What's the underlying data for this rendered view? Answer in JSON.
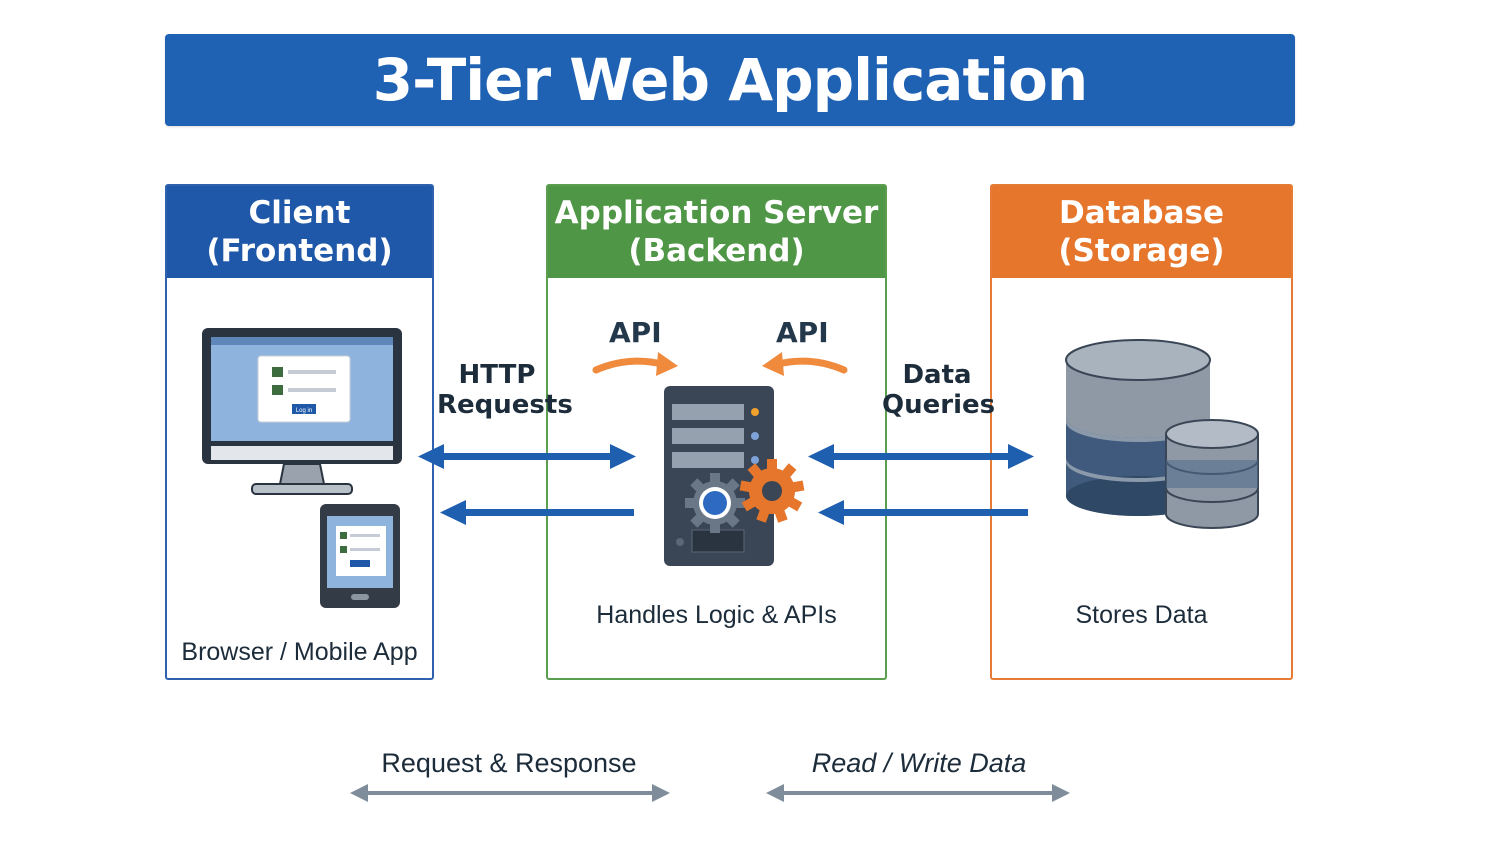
{
  "title": "3-Tier Web Application",
  "tiers": {
    "client": {
      "line1": "Client",
      "line2": "(Frontend)",
      "caption": "Browser / Mobile App"
    },
    "server": {
      "line1": "Application Server",
      "line2": "(Backend)",
      "caption": "Handles Logic & APIs"
    },
    "database": {
      "line1": "Database",
      "line2": "(Storage)",
      "caption": "Stores Data"
    }
  },
  "flows": {
    "http": {
      "line1": "HTTP",
      "line2": "Requests"
    },
    "data": {
      "line1": "Data",
      "line2": "Queries"
    },
    "api_left": "API",
    "api_right": "API"
  },
  "screen_widgets": {
    "button": "Log in"
  },
  "legend": {
    "request_response": "Request & Response",
    "read_write": "Read / Write Data"
  },
  "colors": {
    "title_blue": "#1f62b4",
    "client_blue": "#1f58a8",
    "server_green": "#4f9646",
    "database_orange": "#e5762b",
    "arrow_blue": "#1f5fb0",
    "api_orange": "#f08a3c",
    "legend_gray": "#7f8c99"
  },
  "icons": [
    "desktop-monitor-icon",
    "tablet-icon",
    "server-rack-icon",
    "gear-icon",
    "database-cylinder-icon"
  ]
}
